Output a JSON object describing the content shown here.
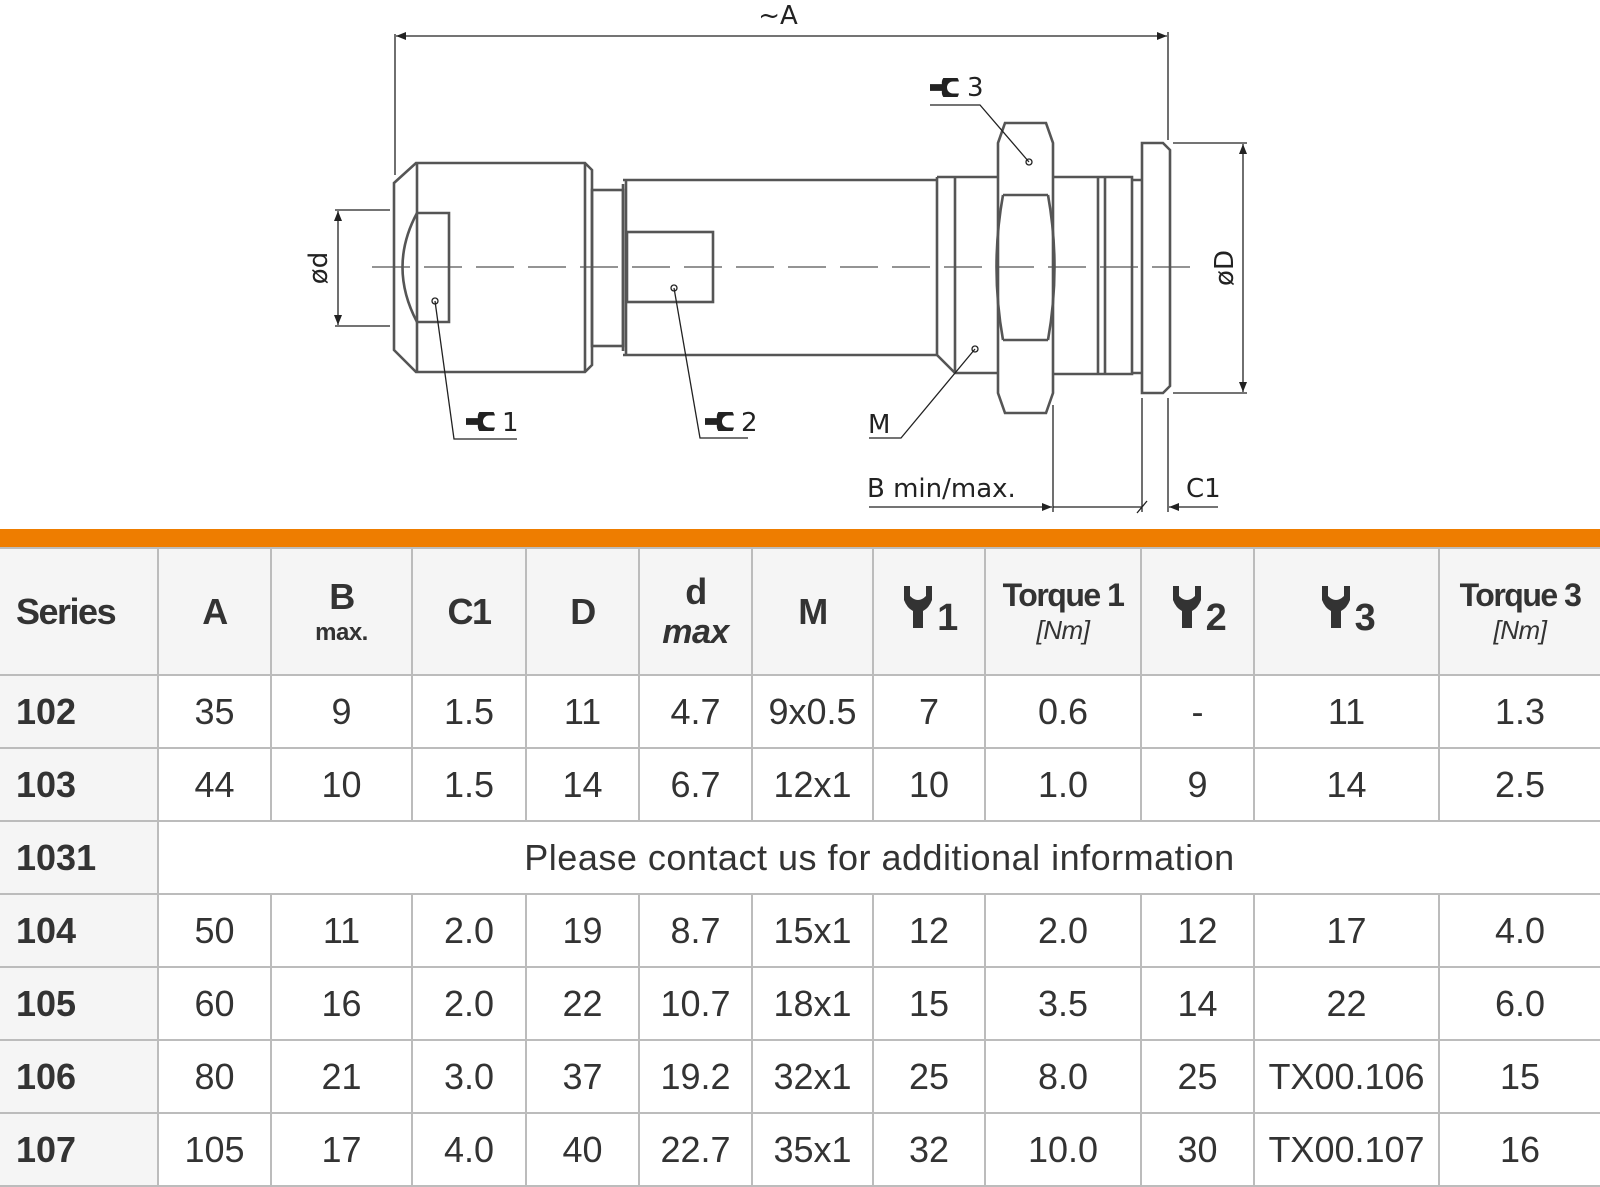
{
  "drawing": {
    "dim_A": "~A",
    "dim_d": "ød",
    "dim_D": "øD",
    "wrench_1": "1",
    "wrench_2": "2",
    "wrench_3": "3",
    "thread": "M",
    "dim_B": "B min/max.",
    "dim_C1": "C1"
  },
  "colors": {
    "accent": "#ee7d00",
    "header_bg": "#f5f5f5",
    "border": "#bcbcbc"
  },
  "table": {
    "headers": [
      {
        "main": "Series"
      },
      {
        "main": "A"
      },
      {
        "main": "B",
        "sub": "max.",
        "style": "plain"
      },
      {
        "main": "C1"
      },
      {
        "main": "D"
      },
      {
        "main": "d",
        "sub": "max",
        "style": "it"
      },
      {
        "main": "M"
      },
      {
        "icon": "wrench-icon",
        "main": "1"
      },
      {
        "main": "Torque 1",
        "sub": "[Nm]",
        "style": "nm"
      },
      {
        "icon": "wrench-icon",
        "main": "2"
      },
      {
        "icon": "wrench-icon",
        "main": "3"
      },
      {
        "main": "Torque 3",
        "sub": "[Nm]",
        "style": "nm"
      }
    ],
    "rows": [
      {
        "series": "102",
        "cells": [
          "35",
          "9",
          "1.5",
          "11",
          "4.7",
          "9x0.5",
          "7",
          "0.6",
          "-",
          "11",
          "1.3"
        ]
      },
      {
        "series": "103",
        "cells": [
          "44",
          "10",
          "1.5",
          "14",
          "6.7",
          "12x1",
          "10",
          "1.0",
          "9",
          "14",
          "2.5"
        ]
      },
      {
        "series": "1031",
        "note": "Please contact us for additional information"
      },
      {
        "series": "104",
        "cells": [
          "50",
          "11",
          "2.0",
          "19",
          "8.7",
          "15x1",
          "12",
          "2.0",
          "12",
          "17",
          "4.0"
        ]
      },
      {
        "series": "105",
        "cells": [
          "60",
          "16",
          "2.0",
          "22",
          "10.7",
          "18x1",
          "15",
          "3.5",
          "14",
          "22",
          "6.0"
        ]
      },
      {
        "series": "106",
        "cells": [
          "80",
          "21",
          "3.0",
          "37",
          "19.2",
          "32x1",
          "25",
          "8.0",
          "25",
          "TX00.106",
          "15"
        ]
      },
      {
        "series": "107",
        "cells": [
          "105",
          "17",
          "4.0",
          "40",
          "22.7",
          "35x1",
          "32",
          "10.0",
          "30",
          "TX00.107",
          "16"
        ]
      }
    ]
  }
}
